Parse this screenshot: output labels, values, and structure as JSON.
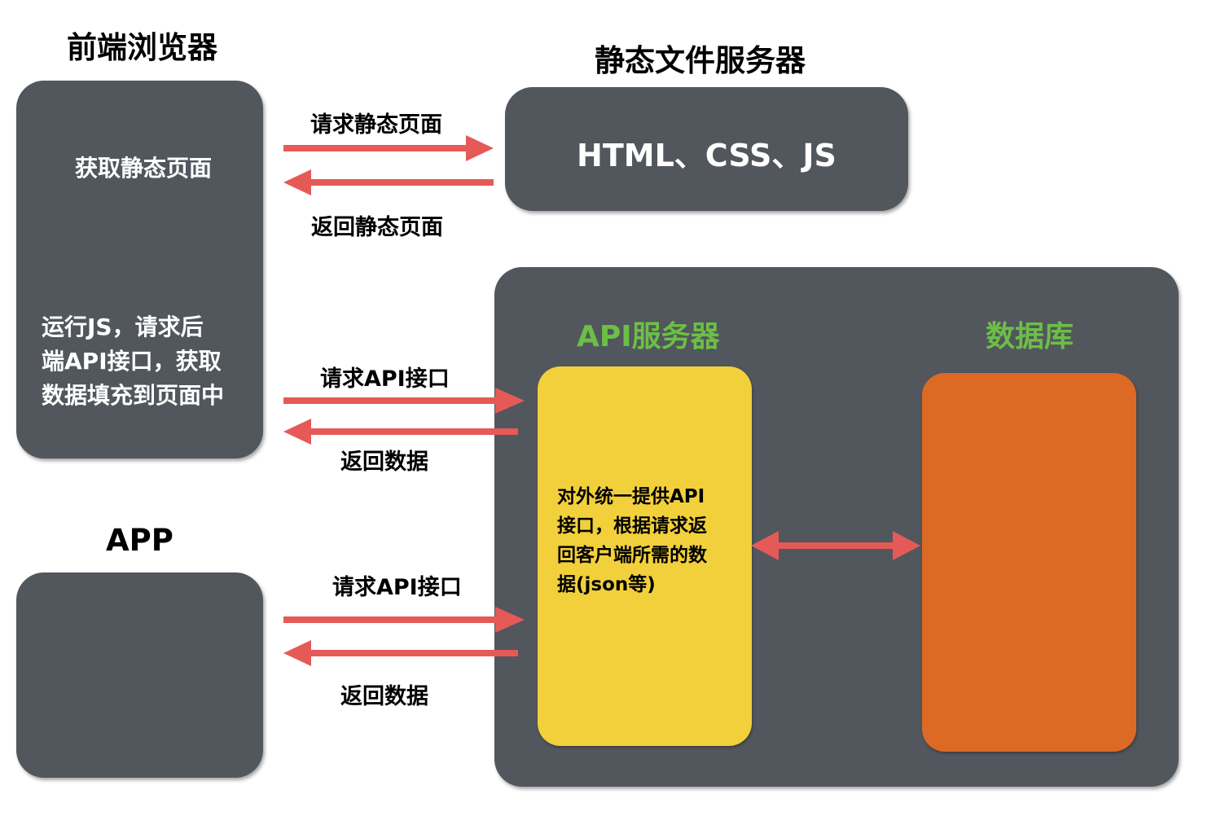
{
  "colors": {
    "box": "#52565d",
    "arrow": "#e55a57",
    "api_server": "#f2d03b",
    "database": "#dc6a24",
    "green_text": "#6cbf45",
    "white": "#ffffff",
    "black": "#000000"
  },
  "browser": {
    "title": "前端浏览器",
    "fetch_static": "获取静态页面",
    "run_js_lines": [
      "运行JS，请求后",
      "端API接口，获取",
      "数据填充到页面中"
    ]
  },
  "static_server": {
    "title": "静态文件服务器",
    "content": "HTML、CSS、JS"
  },
  "app": {
    "title": "APP"
  },
  "backend": {
    "api_server": {
      "title": "API服务器",
      "description_lines": [
        "对外统一提供API",
        "接口，根据请求返",
        "回客户端所需的数",
        "据(json等)"
      ]
    },
    "database": {
      "title": "数据库"
    }
  },
  "arrows": {
    "request_static": "请求静态页面",
    "return_static": "返回静态页面",
    "request_api_browser": "请求API接口",
    "return_data_browser": "返回数据",
    "request_api_app": "请求API接口",
    "return_data_app": "返回数据"
  }
}
